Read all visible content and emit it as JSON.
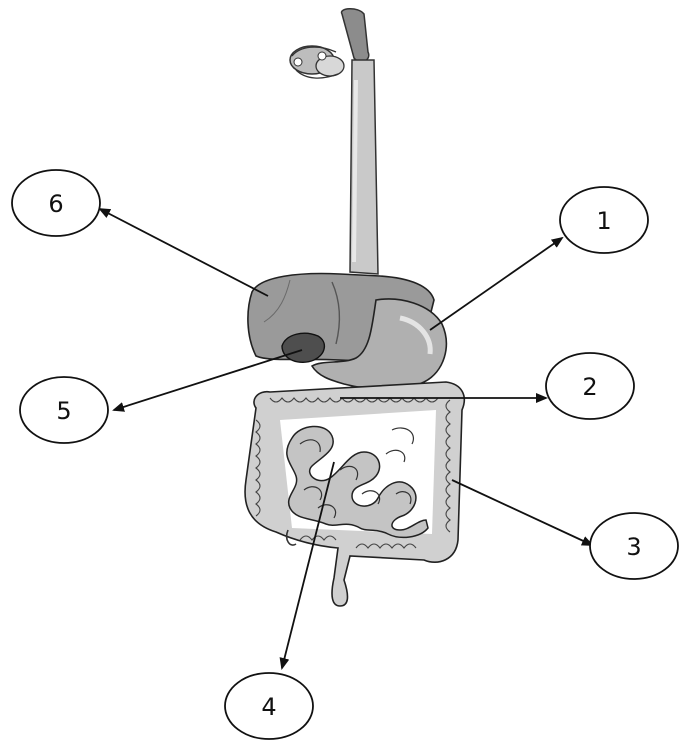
{
  "labels": {
    "l1": "1",
    "l2": "2",
    "l3": "3",
    "l4": "4",
    "l5": "5",
    "l6": "6"
  },
  "colors": {
    "organ_fill": "#9a9a9a",
    "organ_dark": "#5f5f5f",
    "organ_light": "#c8c8c8",
    "intestine_fill": "#d2d2d2",
    "outline": "#111111"
  }
}
